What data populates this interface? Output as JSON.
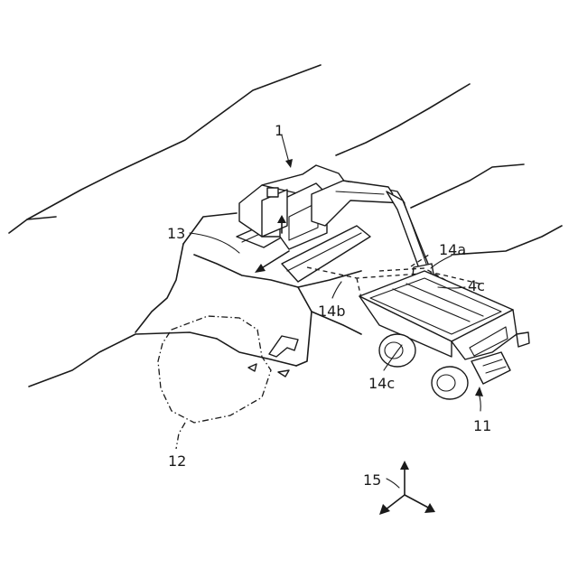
{
  "labels": {
    "excavator": "1",
    "dump_truck": "11",
    "terrain_region": "12",
    "slope_face": "13",
    "path_a": "14a",
    "path_b": "14b",
    "path_c": "14c",
    "bucket_point": "4c",
    "coordinate_axes": "15"
  },
  "colors": {
    "line": "#1a1a1a",
    "background": "#ffffff"
  }
}
